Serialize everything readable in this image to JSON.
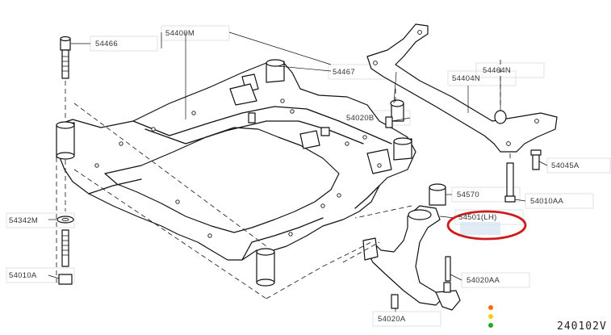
{
  "diagram": {
    "part_labels": {
      "p54466": "54466",
      "p54400M": "54400M",
      "p54467": "54467",
      "p54404N": "54404N",
      "p54464N": "54464N",
      "p54020B": "54020B",
      "p54045A": "54045A",
      "p54570": "54570",
      "p54010AA": "54010AA",
      "p54501": "54501(LH)",
      "p54342M": "54342M",
      "p54010A": "54010A",
      "p54020AA": "54020AA",
      "p54020A": "54020A"
    },
    "reference_code": "240102V",
    "highlight_color": "#d01a1a",
    "indicator_dots": [
      "#ff6a00",
      "#ffcc00",
      "#22aa22"
    ]
  }
}
